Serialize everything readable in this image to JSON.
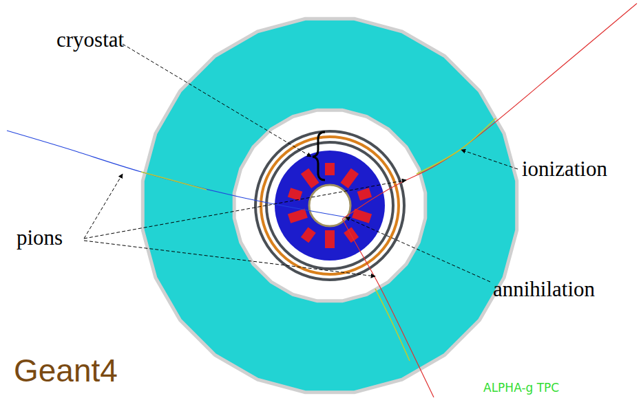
{
  "diagram": {
    "labels": [
      "cryostat",
      "ionization",
      "pions",
      "annihilation",
      "Geant4",
      "ALPHA-g TPC"
    ]
  }
}
